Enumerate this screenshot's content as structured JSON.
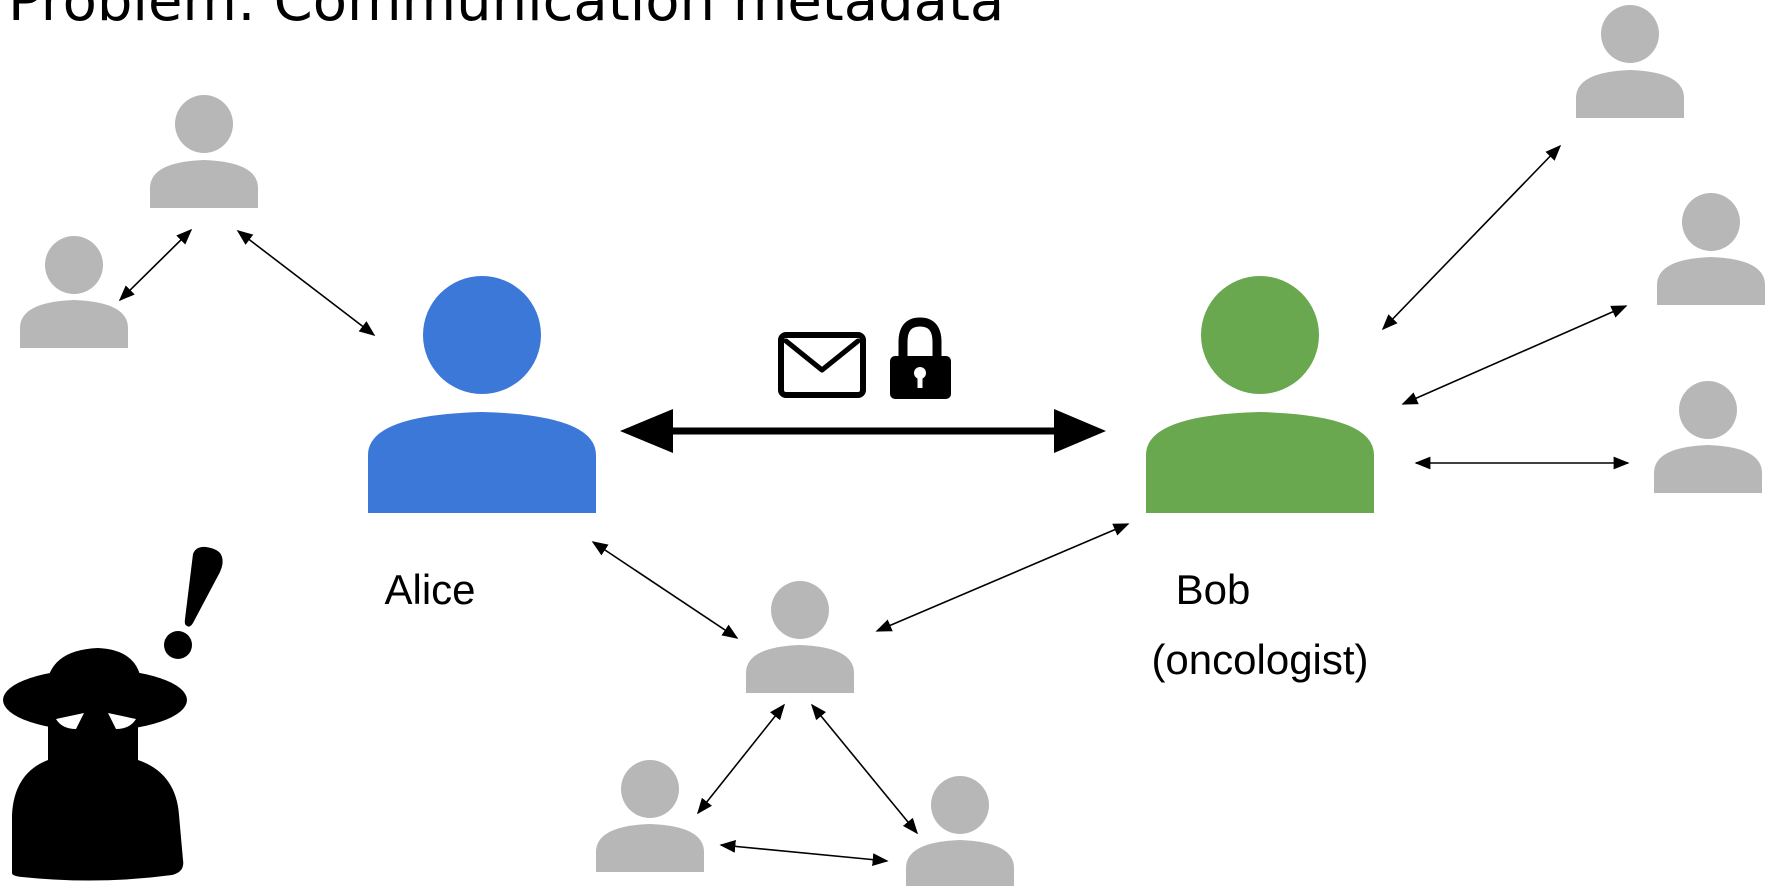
{
  "title": "Problem: Communication metadata",
  "nodes": {
    "alice": {
      "label": "Alice",
      "color": "#3c78d8"
    },
    "bob": {
      "label": "Bob",
      "role": "(oncologist)",
      "color": "#6aa84f"
    },
    "others_color": "#b7b7b7"
  },
  "icons": [
    "envelope-icon",
    "lock-icon",
    "spy-icon",
    "exclamation-icon"
  ],
  "colors": {
    "arrow": "#000000",
    "background": "#ffffff"
  }
}
